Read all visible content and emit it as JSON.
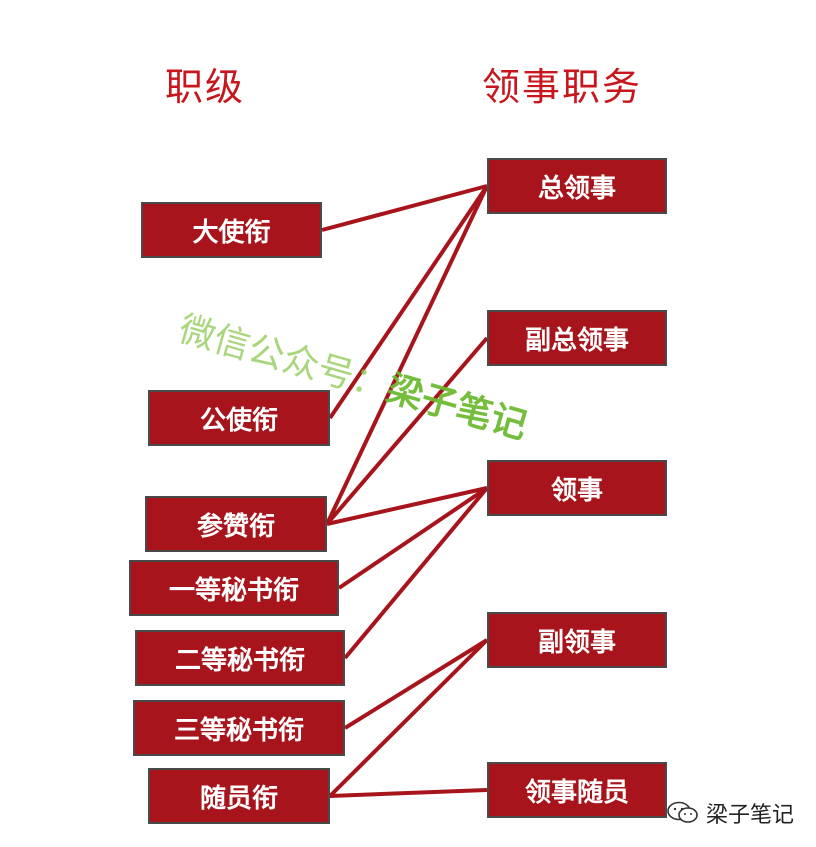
{
  "headings": {
    "left": "职级",
    "right": "领事职务"
  },
  "ranks": [
    {
      "id": "r0",
      "label": "大使衔"
    },
    {
      "id": "r1",
      "label": "公使衔"
    },
    {
      "id": "r2",
      "label": "参赞衔"
    },
    {
      "id": "r3",
      "label": "一等秘书衔"
    },
    {
      "id": "r4",
      "label": "二等秘书衔"
    },
    {
      "id": "r5",
      "label": "三等秘书衔"
    },
    {
      "id": "r6",
      "label": "随员衔"
    }
  ],
  "posts": [
    {
      "id": "p0",
      "label": "总领事"
    },
    {
      "id": "p1",
      "label": "副总领事"
    },
    {
      "id": "p2",
      "label": "领事"
    },
    {
      "id": "p3",
      "label": "副领事"
    },
    {
      "id": "p4",
      "label": "领事随员"
    }
  ],
  "connections": [
    [
      "r0",
      "p0"
    ],
    [
      "r1",
      "p0"
    ],
    [
      "r2",
      "p0"
    ],
    [
      "r2",
      "p1"
    ],
    [
      "r2",
      "p2"
    ],
    [
      "r3",
      "p2"
    ],
    [
      "r4",
      "p2"
    ],
    [
      "r5",
      "p3"
    ],
    [
      "r6",
      "p3"
    ],
    [
      "r6",
      "p4"
    ]
  ],
  "watermark": {
    "prefix": "微信公众号：",
    "name": "梁子笔记"
  },
  "footer": {
    "text": "梁子笔记",
    "icon": "wechat-icon"
  },
  "colors": {
    "box_fill": "#a8141b",
    "heading": "#c8161d",
    "line": "#a8141b"
  }
}
